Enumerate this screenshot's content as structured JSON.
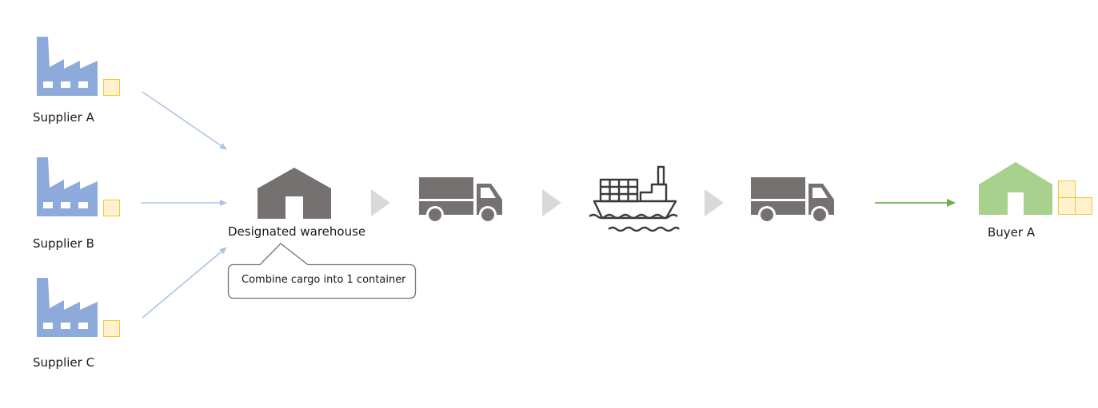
{
  "suppliers": [
    {
      "label": "Supplier  A"
    },
    {
      "label": "Supplier B"
    },
    {
      "label": "Supplier C"
    }
  ],
  "warehouse": {
    "label": "Designated warehouse"
  },
  "callout": {
    "text": "Combine cargo into 1 container"
  },
  "buyer": {
    "label": "Buyer A"
  },
  "icons": {
    "factory": "factory-icon",
    "cargo": "cargo-box-icon",
    "warehouse": "warehouse-icon",
    "truck": "truck-icon",
    "ship": "container-ship-icon",
    "buyer": "buyer-warehouse-icon"
  },
  "colors": {
    "factory": "#8eaadb",
    "cargo_fill": "#fff2cc",
    "cargo_stroke": "#f4c542",
    "arrow_blue": "#aec3e6",
    "gray_icon": "#767171",
    "step_arrow": "#d9d9d9",
    "buyer_green": "#a9d18e",
    "green_arrow": "#70ad47"
  }
}
